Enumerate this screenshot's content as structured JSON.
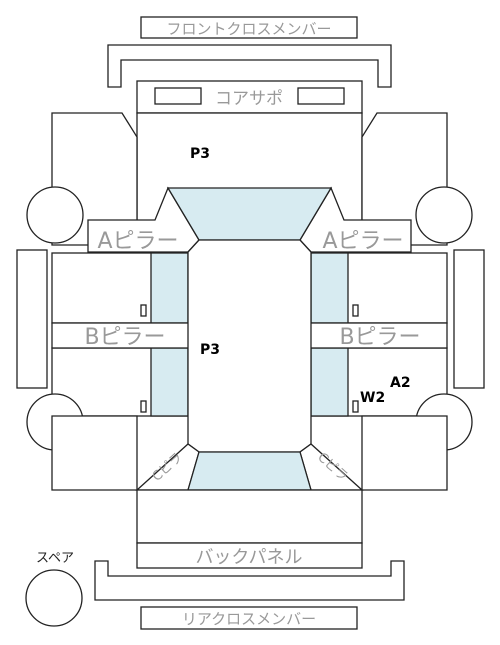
{
  "labels": {
    "front_cross_member": "フロントクロスメンバー",
    "core_support": "コアサポ",
    "a_pillar_left": "Aピラー",
    "a_pillar_right": "Aピラー",
    "b_pillar_left": "Bピラー",
    "b_pillar_right": "Bピラー",
    "c_pillar_left": "Cピラ",
    "c_pillar_right": "Cピラ",
    "back_panel": "バックパネル",
    "rear_cross_member": "リアクロスメンバー",
    "spare": "スペア"
  },
  "marks": {
    "hood": "P3",
    "roof": "P3",
    "right_rear_door_w": "W2",
    "right_rear_door_a": "A2"
  },
  "colors": {
    "glass": "#d7ebf1",
    "outline": "#222222",
    "label_gray": "#999999"
  }
}
